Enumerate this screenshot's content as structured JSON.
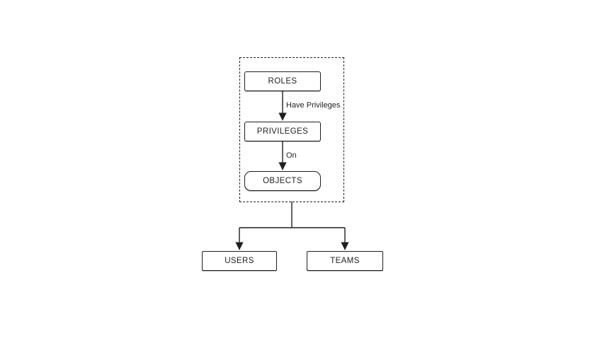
{
  "diagram": {
    "type": "flowchart",
    "colors": {
      "background": "#ffffff",
      "stroke": "#1f1f1f",
      "node_fill": "#ffffff"
    },
    "group": {
      "description": "dashed boundary grouping roles, privileges and objects",
      "border_style": "dashed"
    },
    "nodes": [
      {
        "id": "roles",
        "label": "ROLES"
      },
      {
        "id": "privileges",
        "label": "PRIVILEGES"
      },
      {
        "id": "objects",
        "label": "OBJECTS"
      },
      {
        "id": "users",
        "label": "USERS"
      },
      {
        "id": "teams",
        "label": "TEAMS"
      }
    ],
    "edges": [
      {
        "from": "ROLES",
        "to": "PRIVILEGES",
        "label": "Have Privileges"
      },
      {
        "from": "PRIVILEGES",
        "to": "OBJECTS",
        "label": "On"
      },
      {
        "from": "group",
        "to": "USERS",
        "label": ""
      },
      {
        "from": "group",
        "to": "TEAMS",
        "label": ""
      }
    ]
  }
}
